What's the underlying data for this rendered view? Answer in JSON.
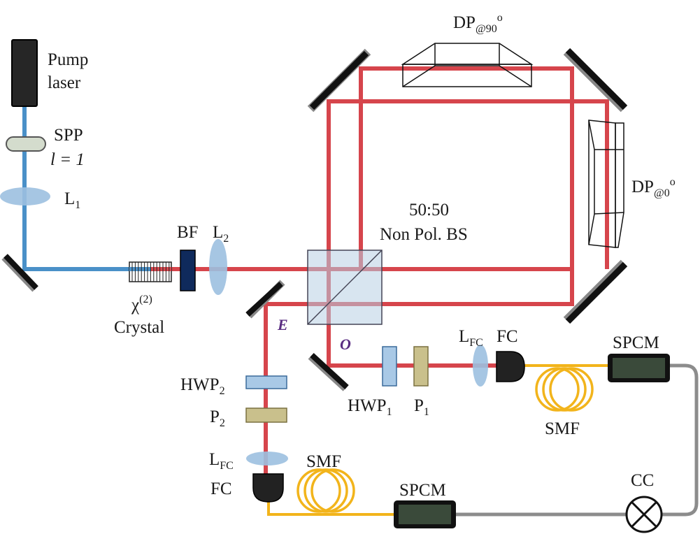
{
  "colors": {
    "pump_beam": "#4a90c8",
    "signal_beam": "#d6454c",
    "fiber": "#f2b41b",
    "cable": "#8c8c8c",
    "mirror": "#111111",
    "spcm_body": "#3a4a3a",
    "lens": "#9cc0e0",
    "hwp": "#a9c9e6",
    "polarizer": "#c9c08c",
    "block_filter": "#0f2a5c",
    "beam_splitter": "#b8cfe4"
  },
  "labels": {
    "pump_laser_line1": "Pump",
    "pump_laser_line2": "laser",
    "spp": "SPP",
    "spp_charge": "l = 1",
    "l1_main": "L",
    "l1_sub": "1",
    "bf": "BF",
    "l2_main": "L",
    "l2_sub": "2",
    "crystal_chi": "χ",
    "crystal_order": "(2)",
    "crystal_word": "Crystal",
    "bs_ratio": "50:50",
    "bs_name": "Non Pol. BS",
    "dp90_main": "DP",
    "dp90_sub": "@90",
    "dp90_deg": "o",
    "dp0_main": "DP",
    "dp0_sub": "@0",
    "dp0_deg": "o",
    "port_e": "E",
    "port_o": "O",
    "hwp1_main": "HWP",
    "hwp1_sub": "1",
    "p1_main": "P",
    "p1_sub": "1",
    "hwp2_main": "HWP",
    "hwp2_sub": "2",
    "p2_main": "P",
    "p2_sub": "2",
    "lfc_right_main": "L",
    "lfc_right_sub": "FC",
    "fc_right": "FC",
    "lfc_left_main": "L",
    "lfc_left_sub": "FC",
    "fc_left": "FC",
    "spcm_top": "SPCM",
    "spcm_bottom": "SPCM",
    "smf_right": "SMF",
    "smf_left": "SMF",
    "cc": "CC"
  }
}
